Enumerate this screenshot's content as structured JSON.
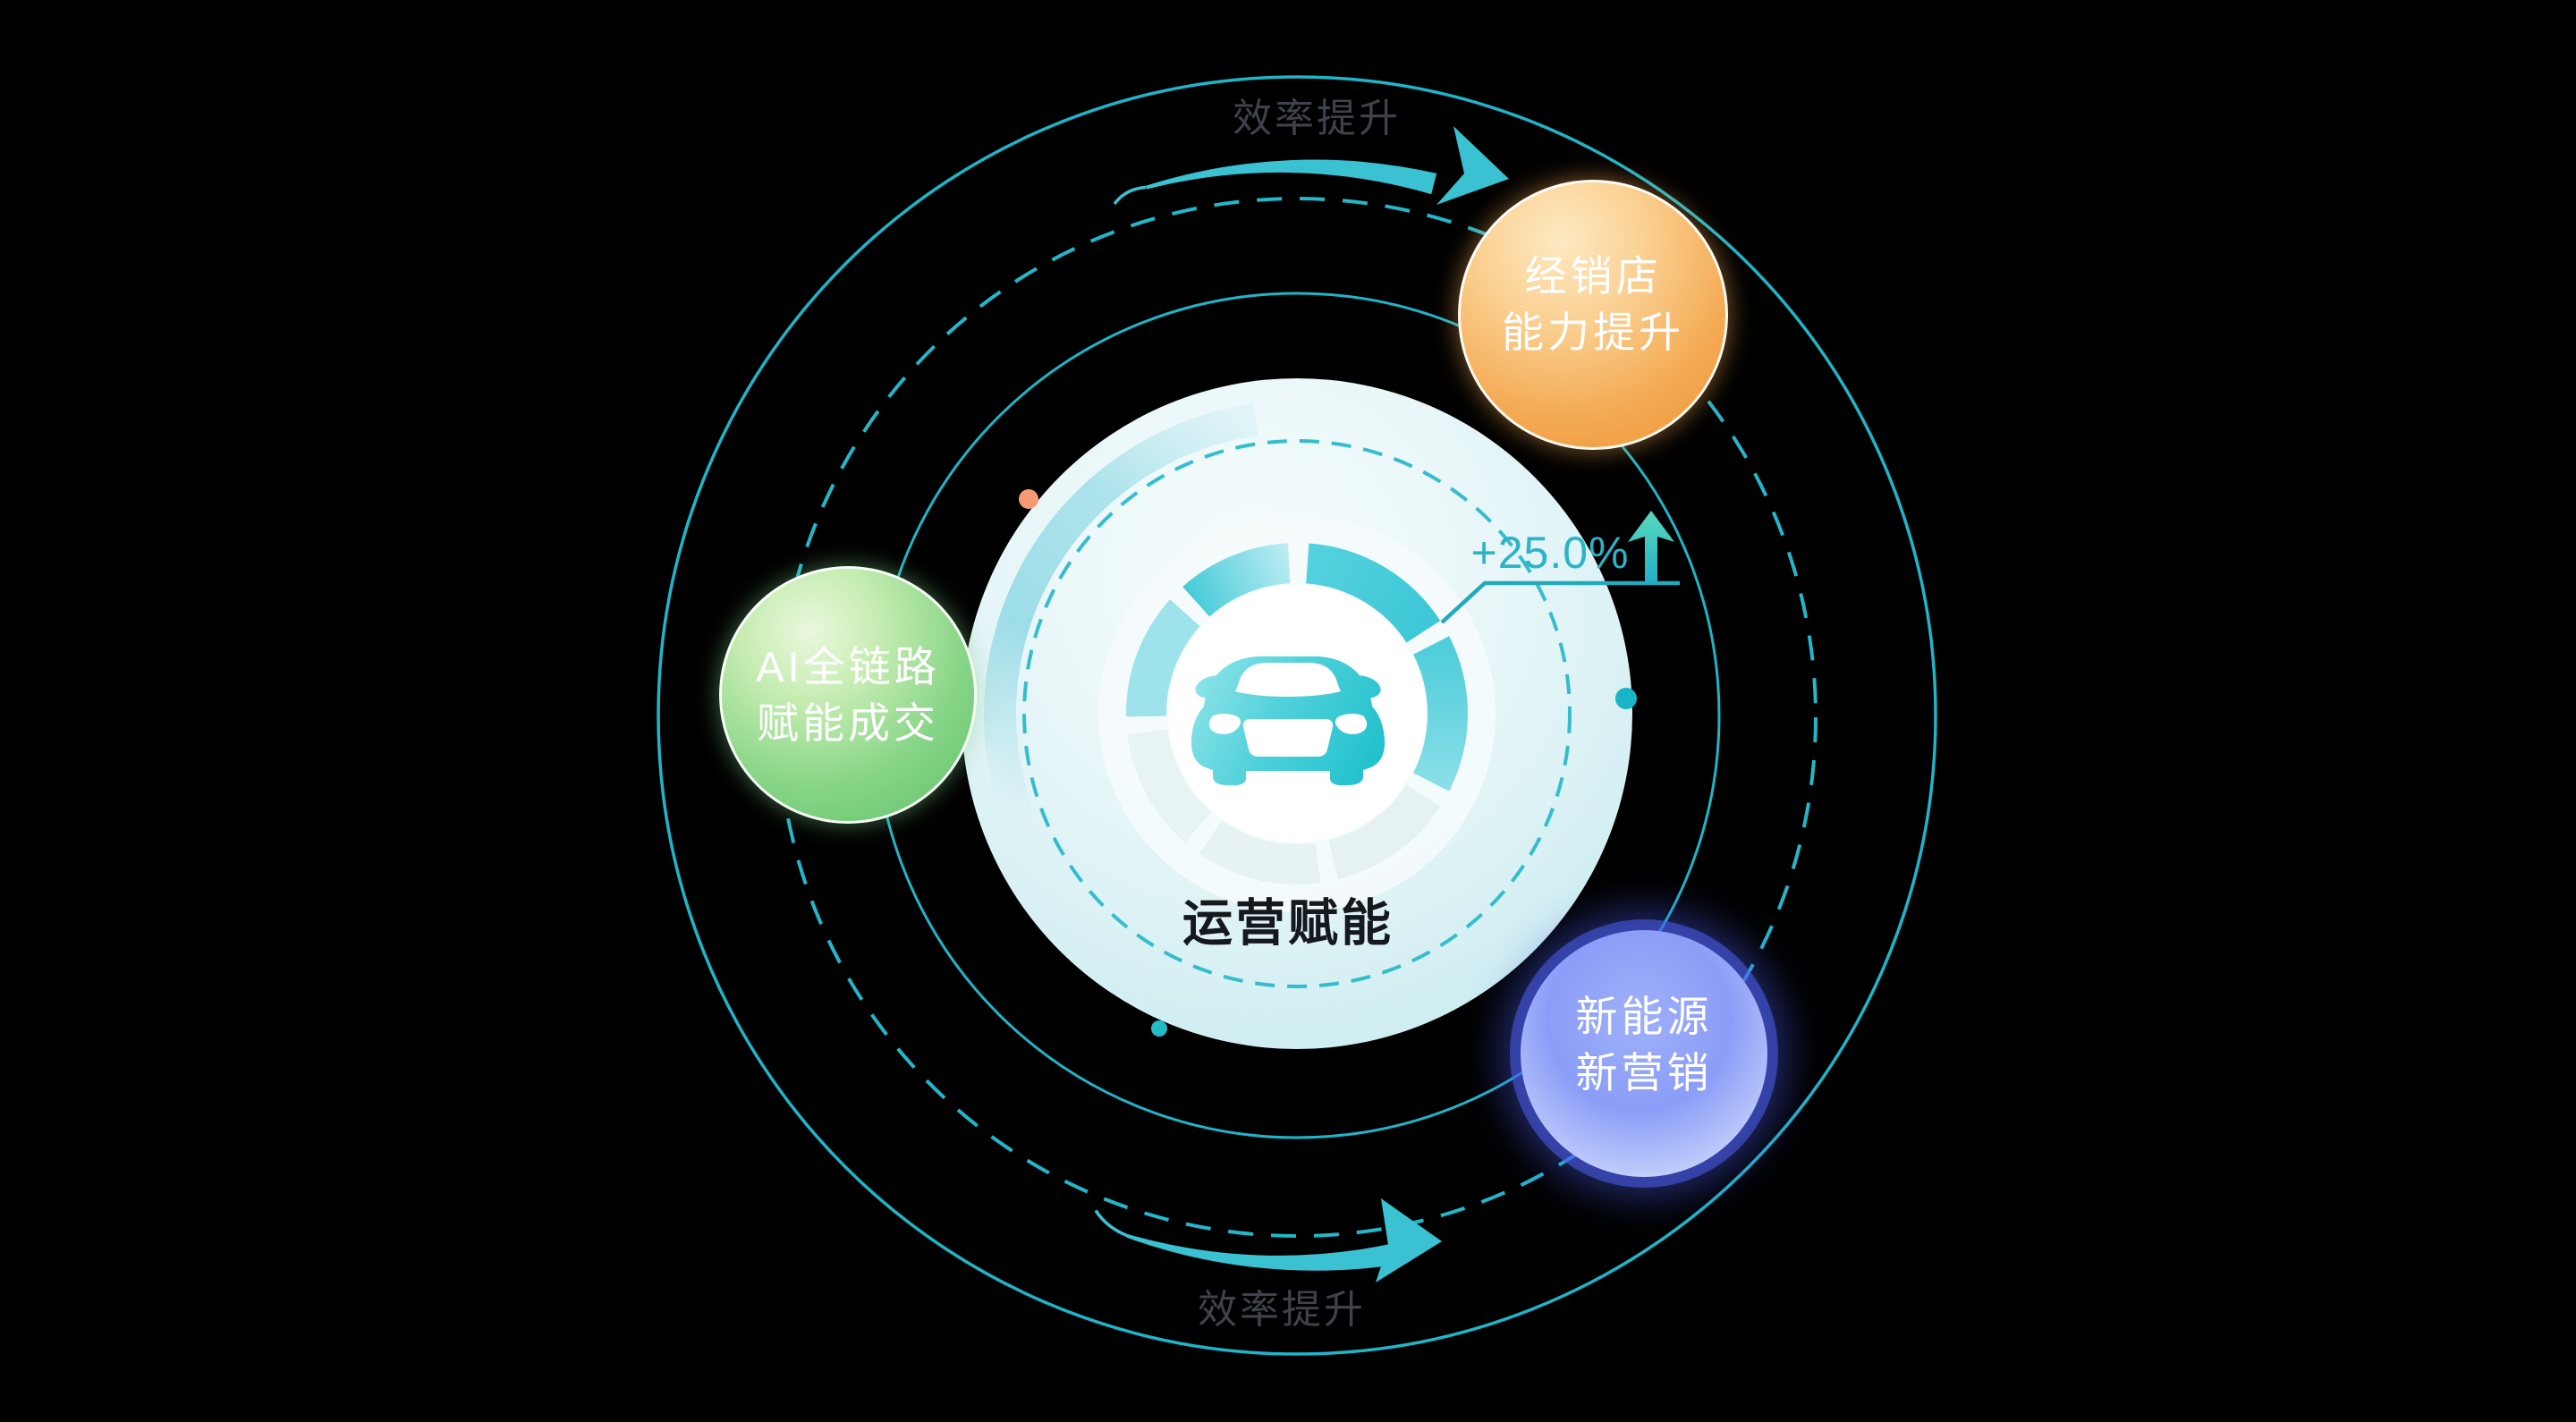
{
  "canvas": {
    "background": "#000000"
  },
  "center_hub": {
    "title": "运营赋能",
    "icon": "car-front-icon"
  },
  "metric": {
    "value": "+25.0%",
    "color": "#2cb3c8"
  },
  "flow_labels": {
    "top": "效率提升",
    "bottom": "效率提升"
  },
  "bubbles": [
    {
      "id": "dealer",
      "lines": [
        "经销店",
        "能力提升"
      ],
      "accent": "#ee9331"
    },
    {
      "id": "ai-chain",
      "lines": [
        "AI全链路",
        "赋能成交"
      ],
      "accent": "#5fc069"
    },
    {
      "id": "nev",
      "lines": [
        "新能源",
        "新营销"
      ],
      "accent": "#5b6ef2"
    }
  ],
  "colors": {
    "ring_teal": "#25b9cc",
    "swoosh_teal": "#3ac2d2",
    "gauge_teal": "#49ccda",
    "dot_orange": "#f59b72",
    "dot_teal": "#1db5c9",
    "metric_teal": "#2cb3c8",
    "label_gray": "#3e434b"
  }
}
